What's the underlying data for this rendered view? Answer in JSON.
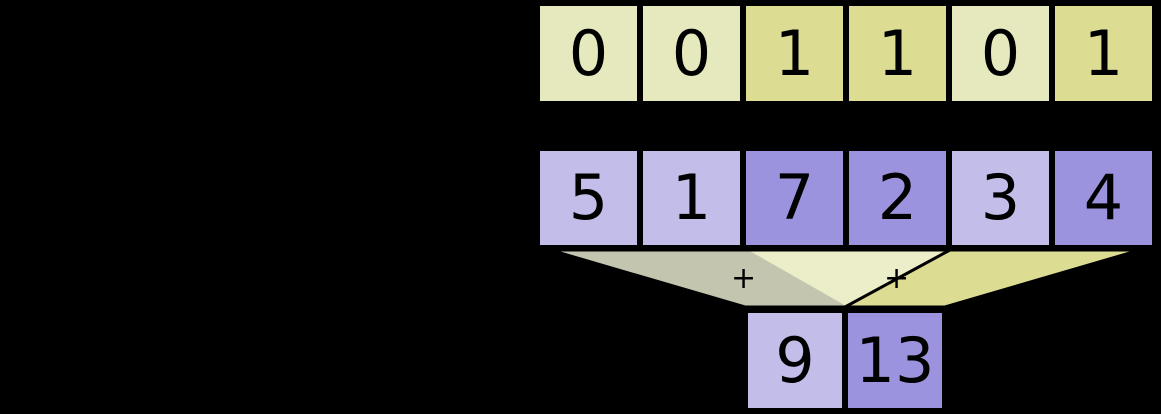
{
  "diagram": {
    "title": "segmented-reduction",
    "colors": {
      "background": "#000000",
      "flag_off": "#e6e8bd",
      "flag_on": "#dcdd93",
      "value_light": "#c3bdea",
      "value_dark": "#9c93df",
      "funnel_light": "#eff0d5",
      "funnel_dark": "#dcdd93",
      "stroke": "#000000"
    },
    "flags_row": {
      "name": "head-flags",
      "cells": [
        {
          "value": "0",
          "on": false
        },
        {
          "value": "0",
          "on": false
        },
        {
          "value": "1",
          "on": true
        },
        {
          "value": "1",
          "on": true
        },
        {
          "value": "0",
          "on": false
        },
        {
          "value": "1",
          "on": true
        }
      ]
    },
    "values_row": {
      "name": "input-values",
      "cells": [
        {
          "value": "5",
          "dark": false
        },
        {
          "value": "1",
          "dark": false
        },
        {
          "value": "7",
          "dark": true
        },
        {
          "value": "2",
          "dark": true
        },
        {
          "value": "3",
          "dark": false
        },
        {
          "value": "4",
          "dark": true
        }
      ]
    },
    "operators": [
      {
        "symbol": "+",
        "name": "plus-left"
      },
      {
        "symbol": "+",
        "name": "plus-right"
      }
    ],
    "results_row": {
      "name": "output-values",
      "cells": [
        {
          "value": "9",
          "dark": false
        },
        {
          "value": "13",
          "dark": true
        }
      ]
    }
  }
}
